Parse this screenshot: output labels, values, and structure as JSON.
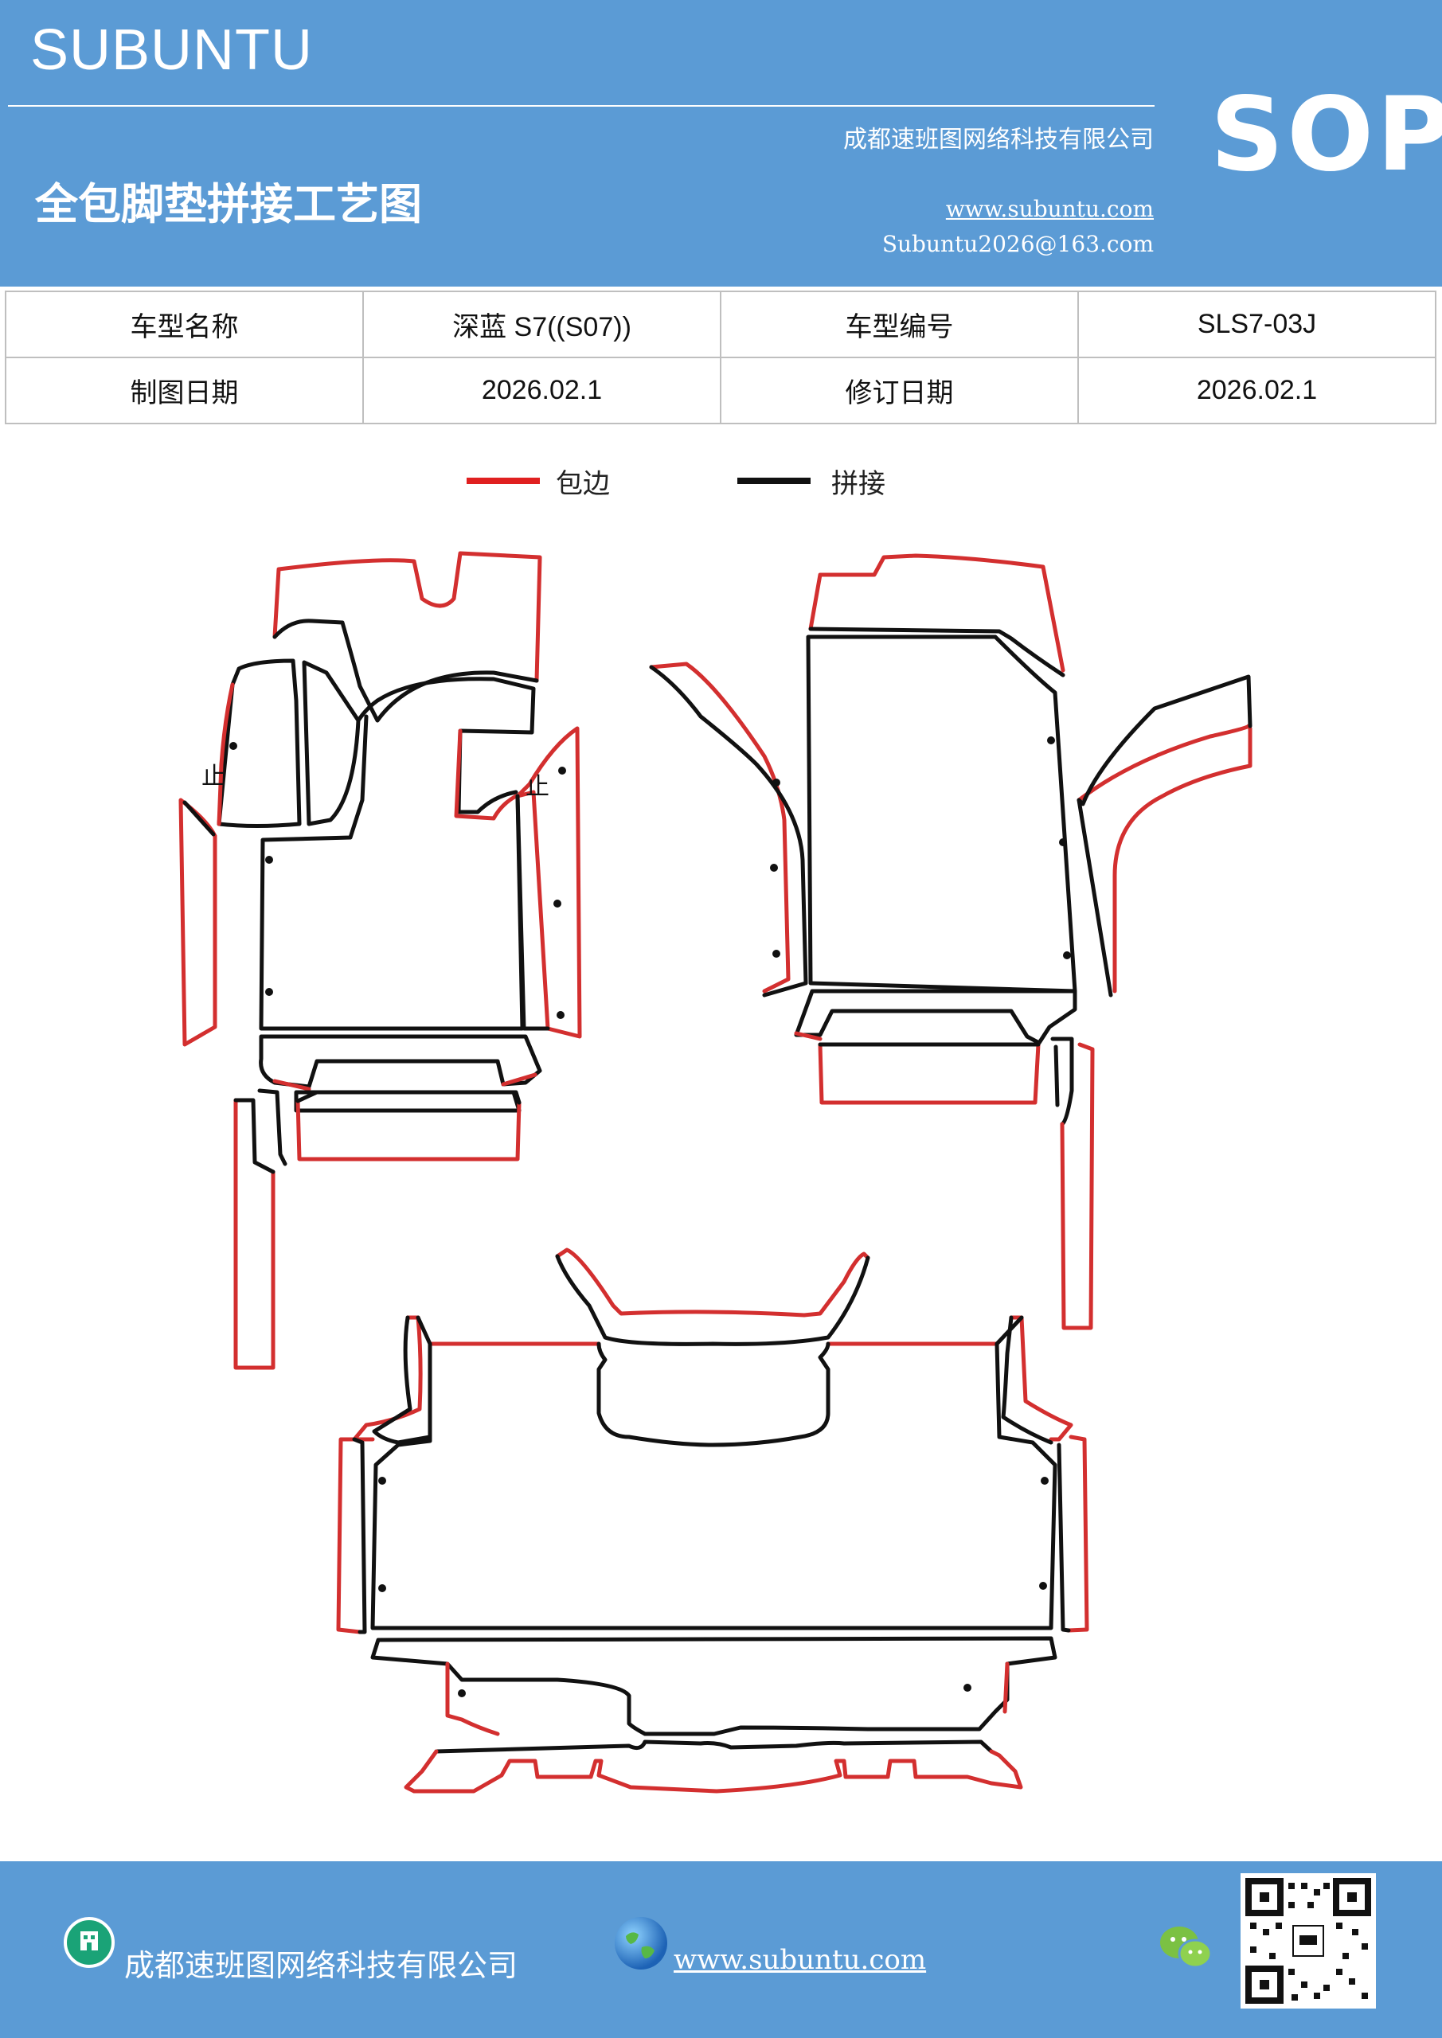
{
  "header": {
    "brand": "SUBUNTU",
    "badge": "SOP",
    "company": "成都速班图网络科技有限公司",
    "title": "全包脚垫拼接工艺图",
    "website": "www.subuntu.com",
    "email": "Subuntu2026@163.com"
  },
  "info_table": {
    "row1": [
      "车型名称",
      "深蓝 S7((S07))",
      "车型编号",
      "SLS7-03J"
    ],
    "row2": [
      "制图日期",
      "2026.02.1",
      "修订日期",
      "2026.02.1"
    ]
  },
  "legend": {
    "items": [
      {
        "label": "包边",
        "color": "#e02020"
      },
      {
        "label": "拼接",
        "color": "#111111"
      }
    ]
  },
  "drawing": {
    "edge_color": "#d32f2f",
    "seam_color": "#111111",
    "stop_marker": "止"
  },
  "footer": {
    "company": "成都速班图网络科技有限公司",
    "website": "www.subuntu.com ",
    "icons": [
      "building-icon",
      "globe-icon",
      "wechat-icon",
      "qr-code"
    ]
  }
}
